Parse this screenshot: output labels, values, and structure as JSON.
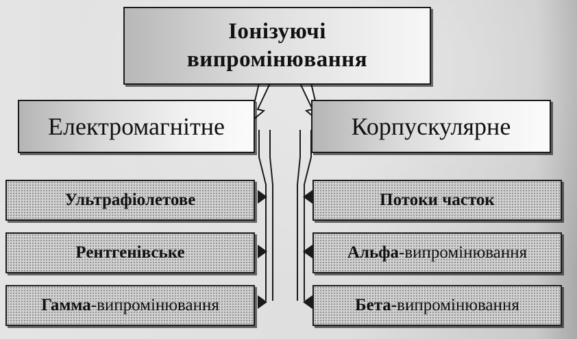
{
  "title": {
    "line1": "Іонізуючі",
    "line2": "випромінювання"
  },
  "categories": {
    "left": "Електромагнітне",
    "right": "Корпускулярне"
  },
  "left_items": [
    {
      "bold": "Ультрафіолетове",
      "rest": ""
    },
    {
      "bold": "Рентгенівське",
      "rest": ""
    },
    {
      "bold": "Гамма",
      "rest": "-випромінювання"
    }
  ],
  "right_items": [
    {
      "bold": "Потоки часток",
      "rest": ""
    },
    {
      "bold": "Альфа",
      "rest": "-випромінювання"
    },
    {
      "bold": "Бета-",
      "rest": "випромінювання"
    }
  ]
}
